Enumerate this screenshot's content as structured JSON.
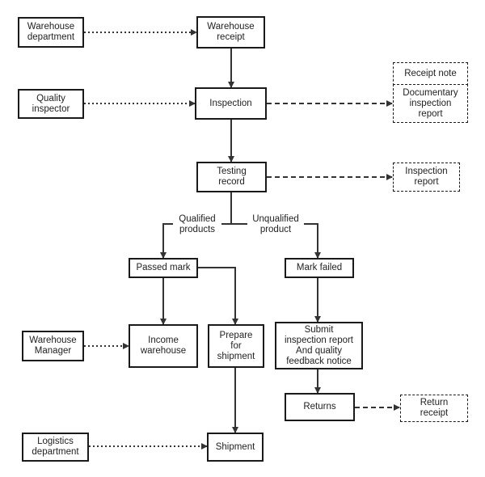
{
  "nodes": {
    "warehouse_department": "Warehouse\ndepartment",
    "warehouse_receipt": "Warehouse\nreceipt",
    "quality_inspector": "Quality\ninspector",
    "inspection": "Inspection",
    "receipt_note": "Receipt note",
    "documentary_inspection_report": "Documentary\ninspection\nreport",
    "testing_record": "Testing\nrecord",
    "inspection_report": "Inspection\nreport",
    "passed_mark": "Passed mark",
    "mark_failed": "Mark failed",
    "warehouse_manager": "Warehouse\nManager",
    "income_warehouse": "Income\nwarehouse",
    "prepare_for_shipment": "Prepare\nfor\nshipment",
    "submit_report": "Submit\ninspection report\nAnd quality\nfeedback notice",
    "returns": "Returns",
    "return_receipt": "Return\nreceipt",
    "logistics_department": "Logistics\ndepartment",
    "shipment": "Shipment"
  },
  "edge_labels": {
    "qualified_products": "Qualified\nproducts",
    "unqualified_product": "Unqualified\nproduct"
  }
}
